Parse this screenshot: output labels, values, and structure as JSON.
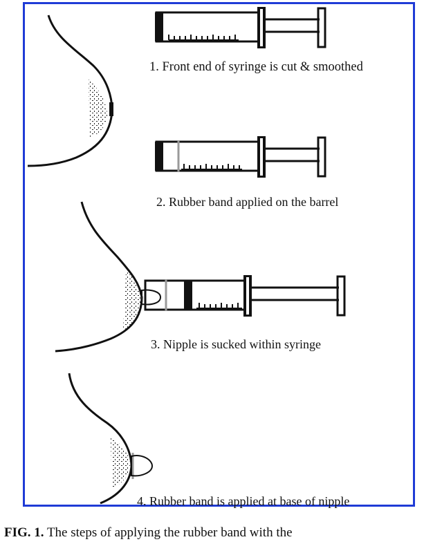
{
  "steps": [
    {
      "number": "1",
      "caption": "1. Front end of syringe is cut & smoothed"
    },
    {
      "number": "2",
      "caption": "2. Rubber band applied on the barrel"
    },
    {
      "number": "3",
      "caption": "3. Nipple is sucked within syringe"
    },
    {
      "number": "4",
      "caption": "4. Rubber band is applied at base of nipple"
    }
  ],
  "figure_caption": {
    "label": "FIG. 1.",
    "text": "The steps of applying the rubber band with the"
  },
  "colors": {
    "frame": "#1f3bd6",
    "ink": "#111111",
    "band": "#9a9a9a"
  },
  "icons": [
    "syringe-icon",
    "breast-outline-icon",
    "rubber-band-icon",
    "nipple-icon"
  ]
}
